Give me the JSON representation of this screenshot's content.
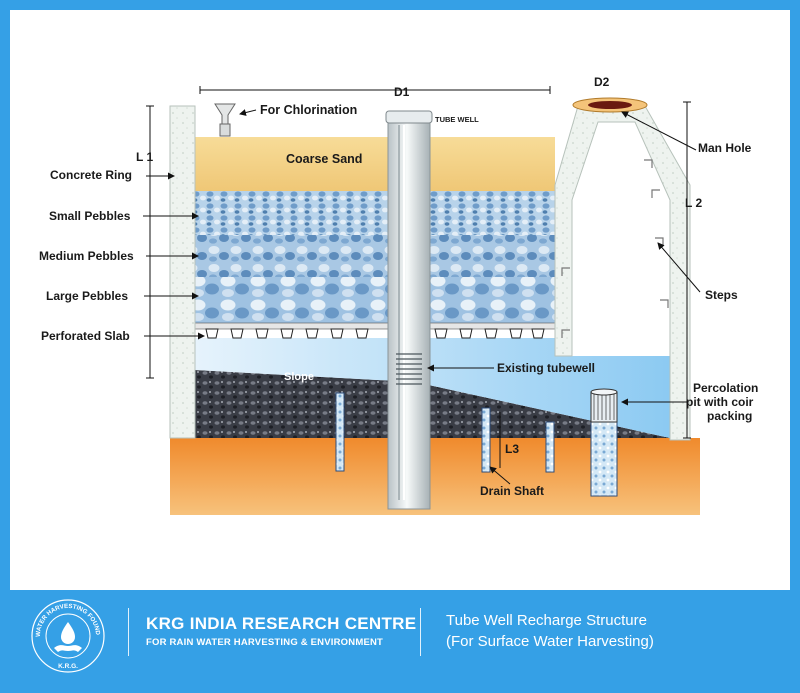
{
  "diagram": {
    "labels": {
      "d1": "D1",
      "d2": "D2",
      "for_chlorination": "For Chlorination",
      "tube_well": "TUBE WELL",
      "l1": "L 1",
      "concrete_ring": "Concrete Ring",
      "coarse_sand": "Coarse Sand",
      "small_pebbles": "Small Pebbles",
      "medium_pebbles": "Medium Pebbles",
      "large_pebbles": "Large Pebbles",
      "perforated_slab": "Perforated Slab",
      "slope": "Slope",
      "existing_tubewell": "Existing tubewell",
      "l3": "L3",
      "drain_shaft": "Drain Shaft",
      "man_hole": "Man Hole",
      "l2": "L 2",
      "steps": "Steps",
      "percolation_1": "Percolation",
      "percolation_2": "pit with coir",
      "percolation_3": "packing"
    },
    "colors": {
      "sand": "#f5d28a",
      "pebbles": "#8fb8dc",
      "water": "#cfe8f8",
      "soil": "#f29b3c",
      "gravel": "#3c3f48",
      "concrete": "#e9efea"
    }
  },
  "footer": {
    "org_name": "KRG INDIA RESEARCH CENTRE",
    "org_tagline": "FOR RAIN WATER HARVESTING & ENVIRONMENT",
    "title_line1": "Tube Well Recharge Structure",
    "title_line2": "(For Surface Water Harvesting)",
    "logo_ring_text": "RAIN WATER HARVESTING FOUNDATION",
    "logo_bottom_text": "K.R.G.",
    "background_color": "#35a0e6"
  }
}
